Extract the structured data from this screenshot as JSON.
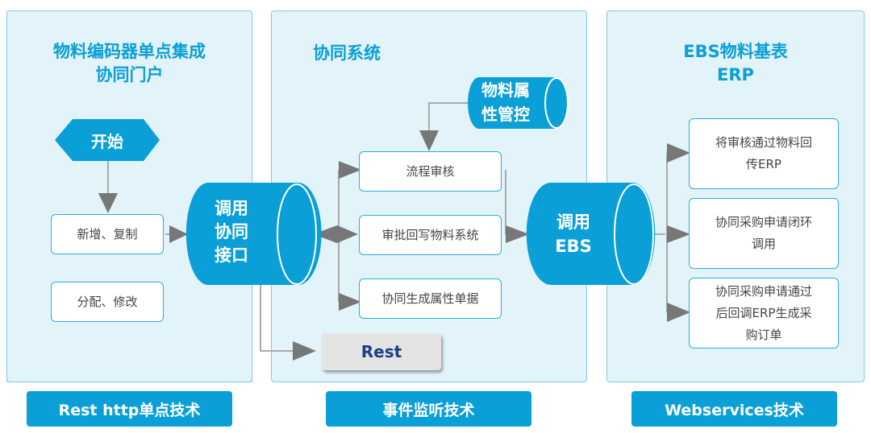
{
  "colors": {
    "accent": "#0a9fd6",
    "panel_bg": "#e3f3fa",
    "arrow": "#777777",
    "rest_text": "#1d3f86"
  },
  "panels": {
    "left": {
      "title": "物料编码器单点集成\n协同门户",
      "footer": "Rest http单点技术"
    },
    "middle": {
      "title": "协同系统",
      "footer": "事件监听技术"
    },
    "right": {
      "title": "EBS物料基表\nERP",
      "footer": "Webservices技术"
    }
  },
  "left_flow": {
    "start": "开始",
    "boxes": [
      "新增、复制",
      "分配、修改"
    ],
    "cylinder": "调用\n协同\n接口"
  },
  "middle_flow": {
    "attr_cylinder": "物料属\n性管控",
    "boxes": [
      "流程审核",
      "审批回写物料系统",
      "协同生成属性单据"
    ],
    "rest": "Rest",
    "cylinder": "调用\nEBS"
  },
  "right_flow": {
    "boxes": [
      "将审核通过物料回\n传ERP",
      "协同采购申请闭环\n调用",
      "协同采购申请通过\n后回调ERP生成采\n购订单"
    ]
  }
}
